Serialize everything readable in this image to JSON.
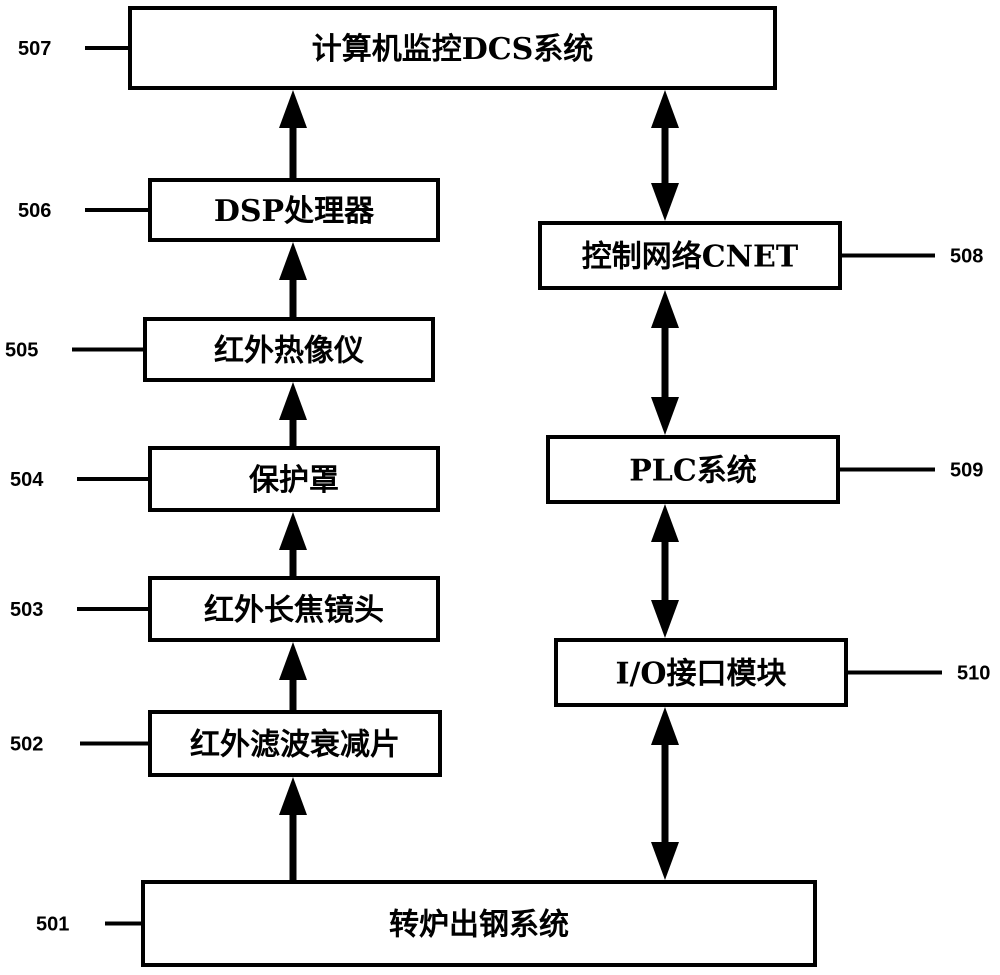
{
  "diagram": {
    "nodes": [
      {
        "id": "507",
        "ref": "507",
        "label": "计算机监控DCS系统",
        "leader_side": "left"
      },
      {
        "id": "506",
        "ref": "506",
        "label": "DSP处理器",
        "leader_side": "left"
      },
      {
        "id": "505",
        "ref": "505",
        "label": "红外热像仪",
        "leader_side": "left"
      },
      {
        "id": "504",
        "ref": "504",
        "label": "保护罩",
        "leader_side": "left"
      },
      {
        "id": "503",
        "ref": "503",
        "label": "红外长焦镜头",
        "leader_side": "left"
      },
      {
        "id": "502",
        "ref": "502",
        "label": "红外滤波衰减片",
        "leader_side": "left"
      },
      {
        "id": "501",
        "ref": "501",
        "label": "转炉出钢系统",
        "leader_side": "left"
      },
      {
        "id": "508",
        "ref": "508",
        "label": "控制网络CNET",
        "leader_side": "right"
      },
      {
        "id": "509",
        "ref": "509",
        "label": "PLC系统",
        "leader_side": "right"
      },
      {
        "id": "510",
        "ref": "510",
        "label": "I/O接口模块",
        "leader_side": "right"
      }
    ],
    "edges": [
      {
        "from": "501",
        "to": "502",
        "direction": "forward"
      },
      {
        "from": "502",
        "to": "503",
        "direction": "forward"
      },
      {
        "from": "503",
        "to": "504",
        "direction": "forward"
      },
      {
        "from": "504",
        "to": "505",
        "direction": "forward"
      },
      {
        "from": "505",
        "to": "506",
        "direction": "forward"
      },
      {
        "from": "506",
        "to": "507",
        "direction": "forward"
      },
      {
        "from": "507",
        "to": "508",
        "direction": "both"
      },
      {
        "from": "508",
        "to": "509",
        "direction": "both"
      },
      {
        "from": "509",
        "to": "510",
        "direction": "both"
      },
      {
        "from": "510",
        "to": "501",
        "direction": "both"
      }
    ]
  }
}
